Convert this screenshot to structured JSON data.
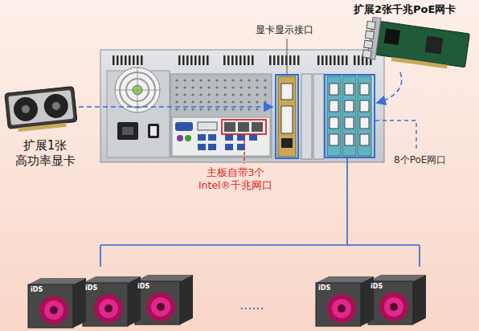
{
  "diagram": {
    "labels": [
      "扩展2张千兆PoE网卡",
      "显卡显示接口",
      "扩展1张 高功率显卡",
      "主板自带3个 Intel®千兆网口",
      "8个PoE网口",
      "......",
      "iDS",
      "iDS",
      "iDS",
      "iDS",
      "iDS"
    ]
  }
}
